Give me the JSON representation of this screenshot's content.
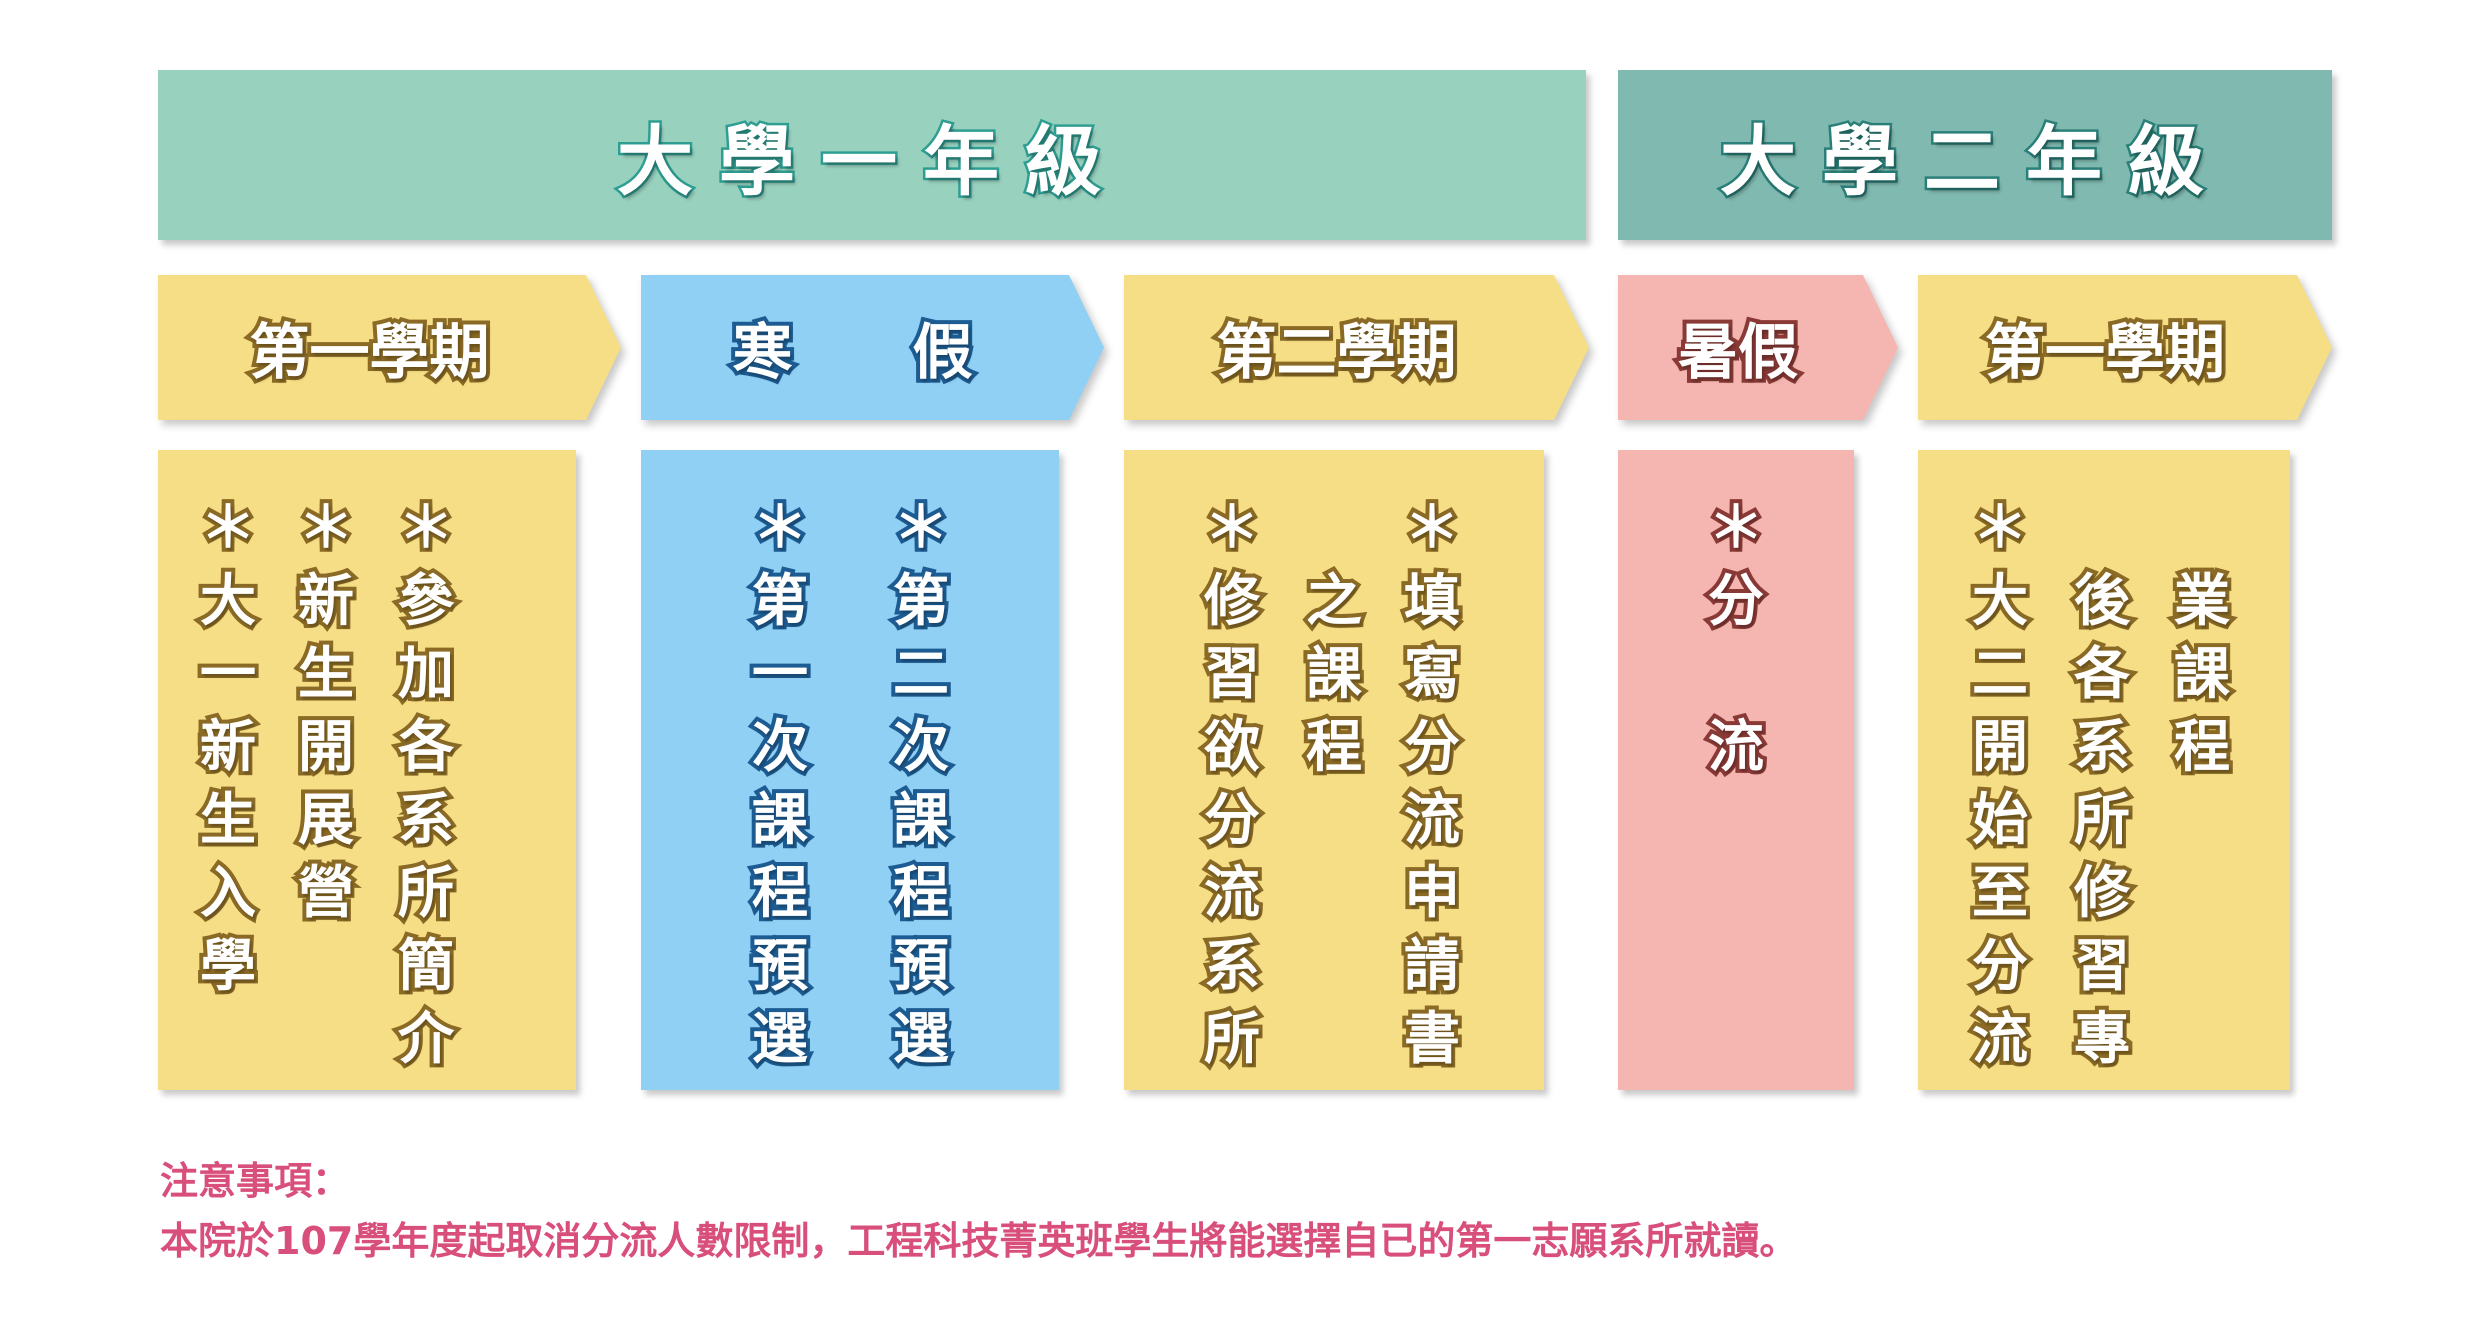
{
  "colors": {
    "year1_banner": "#99d1bf",
    "year2_banner": "#7fb9af",
    "semester_yellow": "#f6de86",
    "winter_blue": "#8fd0f4",
    "summer_pink": "#f5b6b1",
    "note_pink": "#d94f7c"
  },
  "years": [
    {
      "label": "大學一年級"
    },
    {
      "label": "大學二年級"
    }
  ],
  "periods": [
    {
      "label": "第一學期",
      "icon": "arrow-right-icon"
    },
    {
      "label": "寒　　假",
      "icon": "arrow-right-icon"
    },
    {
      "label": "第二學期",
      "icon": "arrow-right-icon"
    },
    {
      "label": "暑假",
      "icon": "arrow-right-icon"
    },
    {
      "label": "第一學期",
      "icon": "arrow-right-icon"
    }
  ],
  "boxes": [
    {
      "columns": [
        "＊大一新生入學",
        "＊新生開展營",
        "＊參加各系所簡介"
      ]
    },
    {
      "columns": [
        "＊第一次課程預選",
        "＊第二次課程預選"
      ]
    },
    {
      "columns": [
        "＊修習欲分流系所",
        "　之課程",
        "＊填寫分流申請書"
      ]
    },
    {
      "columns": [
        "＊分　流"
      ]
    },
    {
      "columns": [
        "＊大二開始至分流",
        "　後各系所修習專",
        "　業課程"
      ]
    }
  ],
  "notes": {
    "title": "注意事項：",
    "body": "本院於107學年度起取消分流人數限制，工程科技菁英班學生將能選擇自已的第一志願系所就讀。"
  }
}
